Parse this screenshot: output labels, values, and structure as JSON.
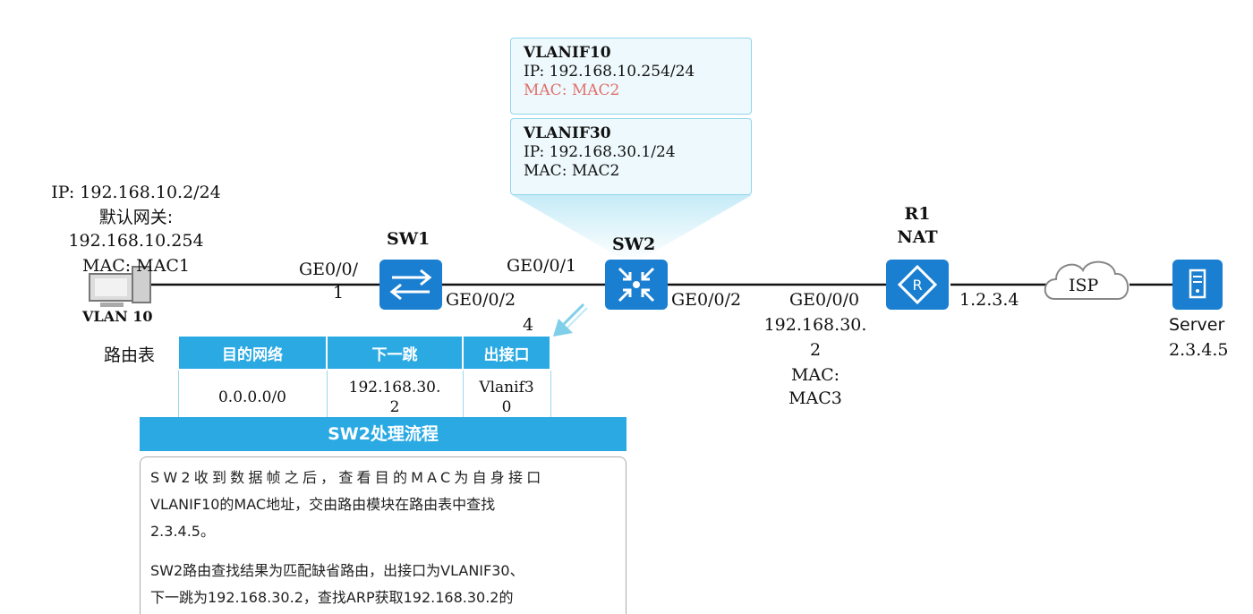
{
  "pc": {
    "ip": "IP: 192.168.10.2/24",
    "gateway_label": "默认网关:",
    "gateway": "192.168.10.254",
    "mac": "MAC: MAC1",
    "vlan": "VLAN 10"
  },
  "sw1": {
    "name": "SW1",
    "port_left_a": "GE0/0/",
    "port_left_b": "1",
    "port_right_a": "GE0/0/2",
    "port_right_b": "4"
  },
  "sw2": {
    "name": "SW2",
    "port_left": "GE0/0/1",
    "port_right": "GE0/0/2"
  },
  "vlanif10": {
    "title": "VLANIF10",
    "ip": "IP: 192.168.10.254/24",
    "mac": "MAC: MAC2"
  },
  "vlanif30": {
    "title": "VLANIF30",
    "ip": "IP: 192.168.30.1/24",
    "mac": "MAC: MAC2"
  },
  "r1": {
    "name": "R1",
    "role": "NAT",
    "port_left": "GE0/0/0",
    "ip_a": "192.168.30.",
    "ip_b": "2",
    "mac_a": "MAC:",
    "mac_b": "MAC3",
    "wan_ip": "1.2.3.4"
  },
  "isp": "ISP",
  "server": {
    "name": "Server",
    "ip": "2.3.4.5"
  },
  "route_table": {
    "label": "路由表",
    "headers": [
      "目的网络",
      "下一跳",
      "出接口"
    ],
    "row": {
      "dest": "0.0.0.0/0",
      "nexthop_a": "192.168.30.",
      "nexthop_b": "2",
      "iface_a": "Vlanif3",
      "iface_b": "0"
    }
  },
  "flow": {
    "title": "SW2处理流程",
    "p1_l1": "SW2收到数据帧之后，查看目的MAC为自身接口",
    "p1_l2": "VLANIF10的MAC地址，交由路由模块在路由表中查找",
    "p1_l3": "2.3.4.5。",
    "p2_l1": "SW2路由查找结果为匹配缺省路由，出接口为VLANIF30、",
    "p2_l2": "下一跳为192.168.30.2，查找ARP获取192.168.30.2的"
  },
  "colors": {
    "accent": "#2aa9e3",
    "device": "#1a7fd0",
    "mac_highlight": "#e0706a"
  }
}
